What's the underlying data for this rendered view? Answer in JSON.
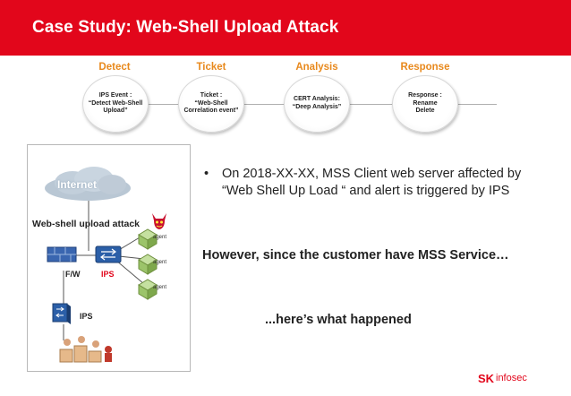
{
  "header": {
    "title": "Case Study: Web-Shell Upload Attack"
  },
  "colors": {
    "brand_red": "#e2061b",
    "stage_orange": "#e8891d"
  },
  "stages": [
    {
      "label": "Detect",
      "detail": "IPS Event :\n“Detect Web-Shell\nUpload”"
    },
    {
      "label": "Ticket",
      "detail": "Ticket :\n“Web-Shell\nCorrelation event”"
    },
    {
      "label": "Analysis",
      "detail": "CERT Analysis:\n“Deep Analysis”"
    },
    {
      "label": "Response",
      "detail": "Response :\nRename\nDelete"
    }
  ],
  "diagram": {
    "cloud_label": "Internet",
    "attack_label": "Web-shell upload attack",
    "fw_label": "F/W",
    "ips_label_red": "IPS",
    "ips_label": "IPS",
    "agent_label": "agent",
    "icons": [
      "cloud-icon",
      "devil-icon",
      "firewall-icon",
      "ips-icon",
      "agent-server-icon",
      "office-icon"
    ]
  },
  "content": {
    "bullet_symbol": "•",
    "bullet_text": "On 2018-XX-XX, MSS Client web server affected by “Web Shell Up Load “ and alert is triggered by IPS",
    "however": "However, since the customer have MSS Service…",
    "happened": "...here’s what happened"
  },
  "logo": {
    "sk": "SK",
    "brand": "infosec"
  }
}
